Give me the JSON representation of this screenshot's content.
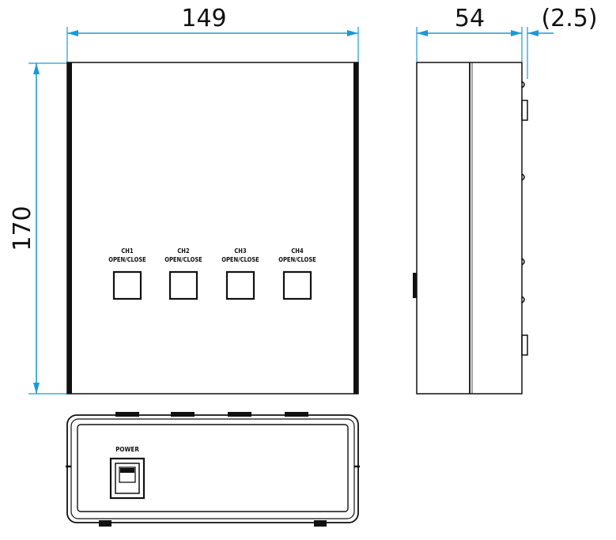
{
  "dimensions": {
    "width": "149",
    "depth": "54",
    "offset": "(2.5)",
    "height": "170"
  },
  "channels": [
    {
      "ch": "CH1",
      "func": "OPEN/CLOSE"
    },
    {
      "ch": "CH2",
      "func": "OPEN/CLOSE"
    },
    {
      "ch": "CH3",
      "func": "OPEN/CLOSE"
    },
    {
      "ch": "CH4",
      "func": "OPEN/CLOSE"
    }
  ],
  "power_label": "POWER",
  "colors": {
    "dimension_line": "#1a9ad6",
    "outline": "#111111"
  }
}
